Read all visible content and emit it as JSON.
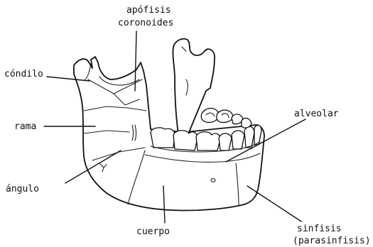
{
  "labels": {
    "apofisis_line1": "apófisis",
    "apofisis_line2": "coronoides",
    "condilo": "cóndilo",
    "rama": "rama",
    "angulo": "ángulo",
    "alveolar": "alveolar",
    "cuerpo": "cuerpo",
    "sinfisis_line1": "sinfisis",
    "sinfisis_line2": "(parasinfisis)"
  }
}
